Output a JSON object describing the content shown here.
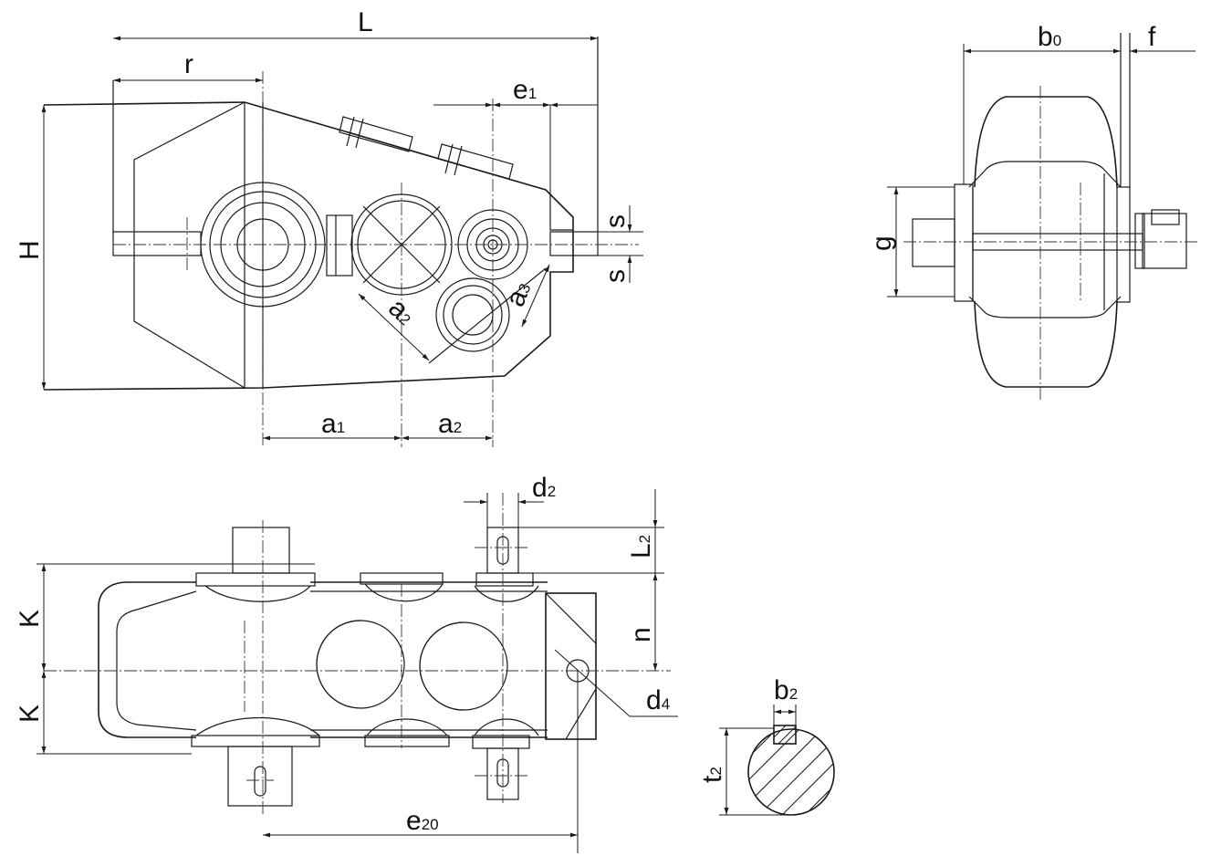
{
  "labels": {
    "L": "L",
    "r": "r",
    "H": "H",
    "e1": {
      "main": "e",
      "sub": "1"
    },
    "s_top": "s",
    "s_bottom": "s",
    "a3": {
      "main": "a",
      "sub": "3"
    },
    "a2_diag": {
      "main": "a",
      "sub": "2"
    },
    "a1": {
      "main": "a",
      "sub": "1"
    },
    "a2": {
      "main": "a",
      "sub": "2"
    },
    "b0": {
      "main": "b",
      "sub": "0"
    },
    "f": "f",
    "g": "g",
    "d2": {
      "main": "d",
      "sub": "2"
    },
    "L2": {
      "main": "L",
      "sub": "2"
    },
    "n": "n",
    "K_top": "K",
    "K_bottom": "K",
    "d4": {
      "main": "d",
      "sub": "4"
    },
    "e20": {
      "main": "e",
      "sub": "20"
    },
    "b2": {
      "main": "b",
      "sub": "2"
    },
    "t2": {
      "main": "t",
      "sub": "2"
    }
  }
}
